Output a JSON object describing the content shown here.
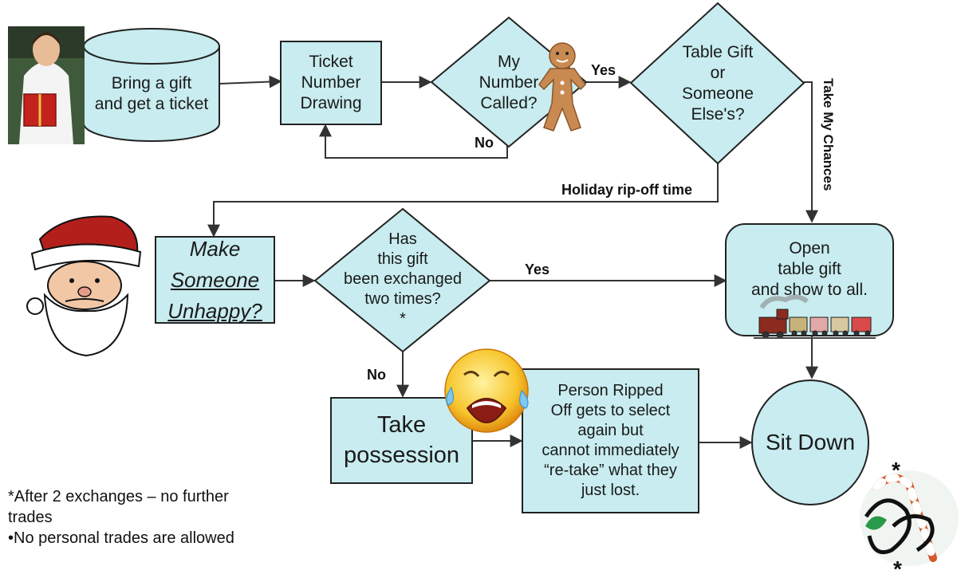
{
  "nodes": {
    "bring_gift": "Bring a gift\nand get a ticket",
    "ticket_drawing": "Ticket\nNumber\nDrawing",
    "number_called": "My\nNumber\nCalled?",
    "table_or_else": "Table Gift\nor\nSomeone\nElse's?",
    "make_unhappy": [
      "Make",
      "Someone",
      "Unhappy?"
    ],
    "exchanged_twice": "Has\nthis gift\nbeen exchanged\ntwo times?\n*",
    "open_table_gift": "Open\ntable gift\nand show to all.",
    "take_possession": "Take\npossession",
    "ripped_off": "Person Ripped\nOff gets to select\nagain but\ncannot immediately\n“re-take” what they\njust lost.",
    "sit_down": "Sit Down"
  },
  "edge_labels": {
    "yes_called": "Yes",
    "no_called": "No",
    "take_chances": "Take My Chances",
    "ripoff_time": "Holiday rip-off time",
    "yes_exchanged": "Yes",
    "no_exchanged": "No"
  },
  "footnotes": {
    "line1": "*After 2 exchanges – no further trades",
    "line2": "•No personal trades are allowed"
  },
  "candy_asterisk": "*",
  "colors": {
    "shape_fill": "#c8ecef",
    "shape_stroke": "#222222",
    "line": "#333333"
  },
  "decor_icons": [
    "woman-with-gift-icon",
    "gingerbread-man-icon",
    "santa-claus-icon",
    "crying-face-icon",
    "toy-train-icon",
    "candy-cane-icon"
  ]
}
